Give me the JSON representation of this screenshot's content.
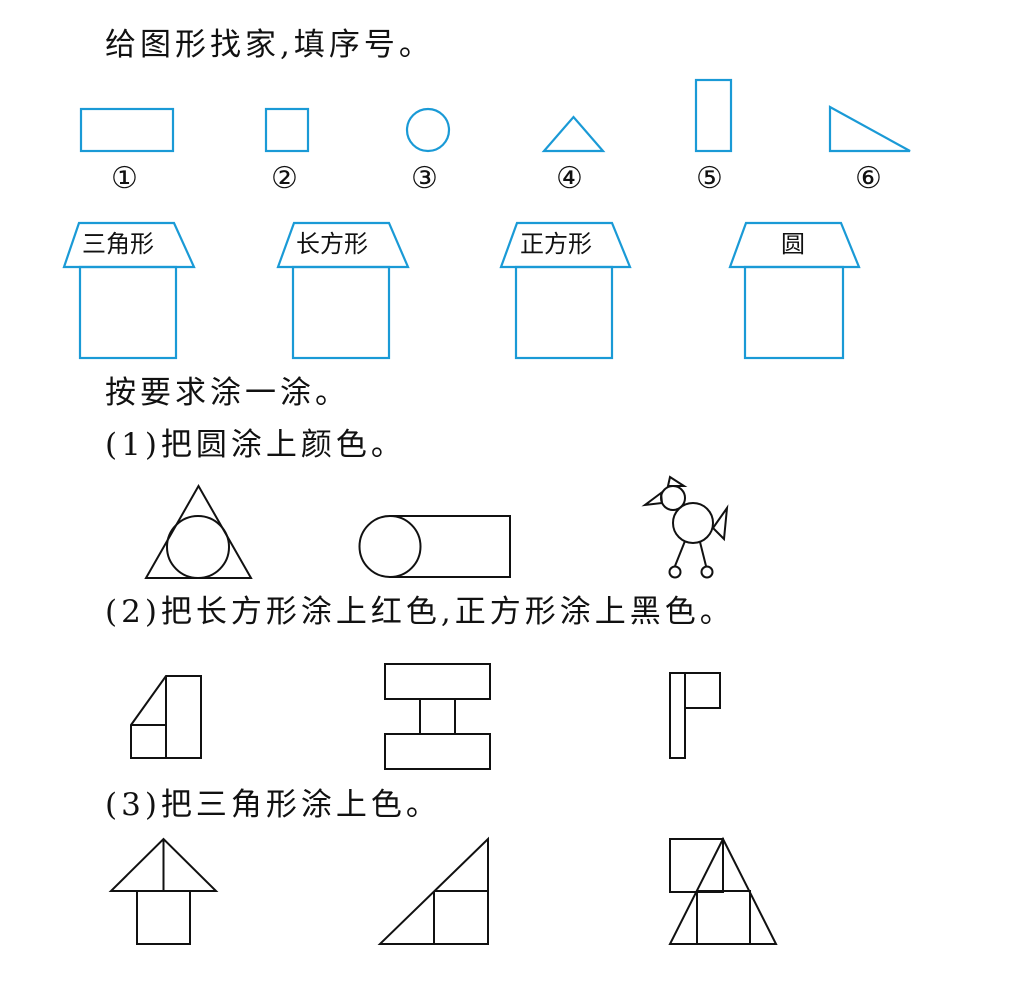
{
  "q1": {
    "title": "给图形找家,填序号。",
    "shape_numbers": [
      "①",
      "②",
      "③",
      "④",
      "⑤",
      "⑥"
    ],
    "houses": [
      "三角形",
      "长方形",
      "正方形",
      "圆"
    ]
  },
  "q2": {
    "title": "按要求涂一涂。",
    "part1": "(1)把圆涂上颜色。",
    "part2": "(2)把长方形涂上红色,正方形涂上黑色。",
    "part3": "(3)把三角形涂上色。"
  },
  "colors": {
    "shape_outline": "#1a9ad6",
    "figure_outline": "#111111"
  }
}
